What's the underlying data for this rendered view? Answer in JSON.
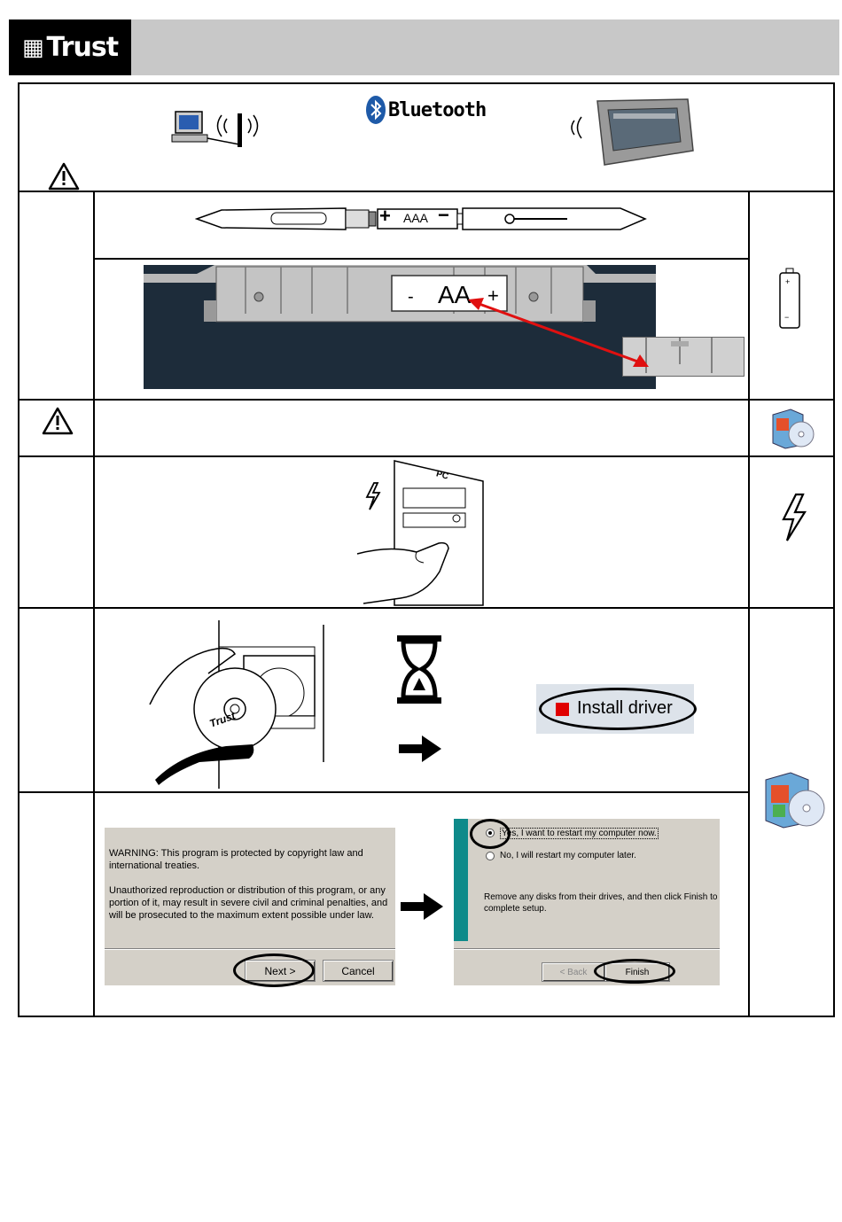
{
  "header": {
    "logo": "Trust"
  },
  "top": {
    "bluetooth_label": "Bluetooth"
  },
  "pen": {
    "battery_label": "AAA",
    "plus": "+",
    "minus": "−"
  },
  "tablet_battery": {
    "label": "AA",
    "minus": "-",
    "plus": "+"
  },
  "battery_icon": {
    "plus": "+",
    "minus": "−"
  },
  "pc_label": "PC",
  "cd_label": "Trust",
  "install_driver": {
    "label": "Install driver"
  },
  "license_dialog": {
    "line1": "WARNING: This program is protected by copyright law and",
    "line2": "international treaties.",
    "line3": "Unauthorized reproduction or distribution of this program, or any",
    "line4": "portion of it, may result in severe civil and criminal penalties, and",
    "line5": "will be prosecuted to the maximum extent possible under law.",
    "next_label": "Next >",
    "cancel_label": "Cancel"
  },
  "finish_dialog": {
    "option_yes": "Yes, I want to restart my computer now.",
    "option_no": "No, I will restart my computer later.",
    "note_line1": "Remove any disks from their drives, and then click Finish to",
    "note_line2": "complete setup.",
    "back_label": "< Back",
    "finish_label": "Finish"
  }
}
